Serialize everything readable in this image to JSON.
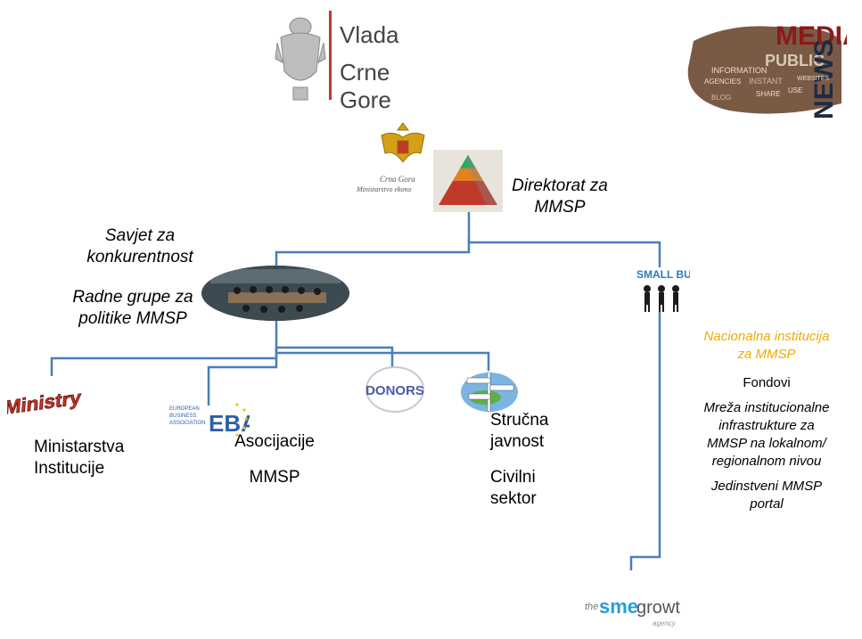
{
  "header": {
    "gov_logo_line1": "Vlada",
    "gov_logo_line2": "Crne Gore",
    "ministry_logo_line1": "Crna Gora",
    "ministry_logo_line2": "Ministarstvo ekono",
    "media_wordcloud": [
      "MEDIA",
      "PUBLIC",
      "NEWS",
      "INFORMATION",
      "AGENCIES",
      "WEBSITES",
      "INSTANT",
      "SHARE",
      "USE",
      "BLOG"
    ]
  },
  "nodes": {
    "directorate": {
      "line1": "Direktorat za",
      "line2": "MMSP"
    },
    "council": {
      "line1": "Savjet za",
      "line2": "konkurentnost"
    },
    "working_groups": {
      "line1": "Radne grupe za",
      "line2": "politike MMSP"
    },
    "ministries": {
      "line1": "Ministarstva",
      "line2": "Institucije",
      "logo_text": "Ministry"
    },
    "associations": {
      "line1": "Asocijacije",
      "line2": "MMSP",
      "logo_small": "EUROPEAN BUSINESS ASSOCIATION",
      "logo_big": "EBA"
    },
    "donors": {
      "logo_text": "DONORS"
    },
    "experts": {
      "line1": "Stručna",
      "line2": "javnost",
      "line3": "Civilni",
      "line4": "sektor"
    },
    "small_business_logo": "SMALL BUSINESS",
    "sme_growth_logo": {
      "prefix": "the",
      "sme": "sme",
      "growth": "growth",
      "suffix": "agency"
    }
  },
  "national_institution": {
    "title_line1": "Nacionalna institucija",
    "title_line2": "za MMSP",
    "funds": "Fondovi",
    "network_lines": [
      "Mreža institucionalne",
      "infrastrukture za",
      "MMSP na lokalnom/",
      "regionalnom nivou"
    ],
    "portal_lines": [
      "Jedinstveni MMSP",
      "portal"
    ]
  },
  "colors": {
    "connector": "#4a7ebb",
    "highlight_text": "#f0ab00",
    "gov_red": "#c0392b",
    "media_red": "#8b1a1a"
  }
}
